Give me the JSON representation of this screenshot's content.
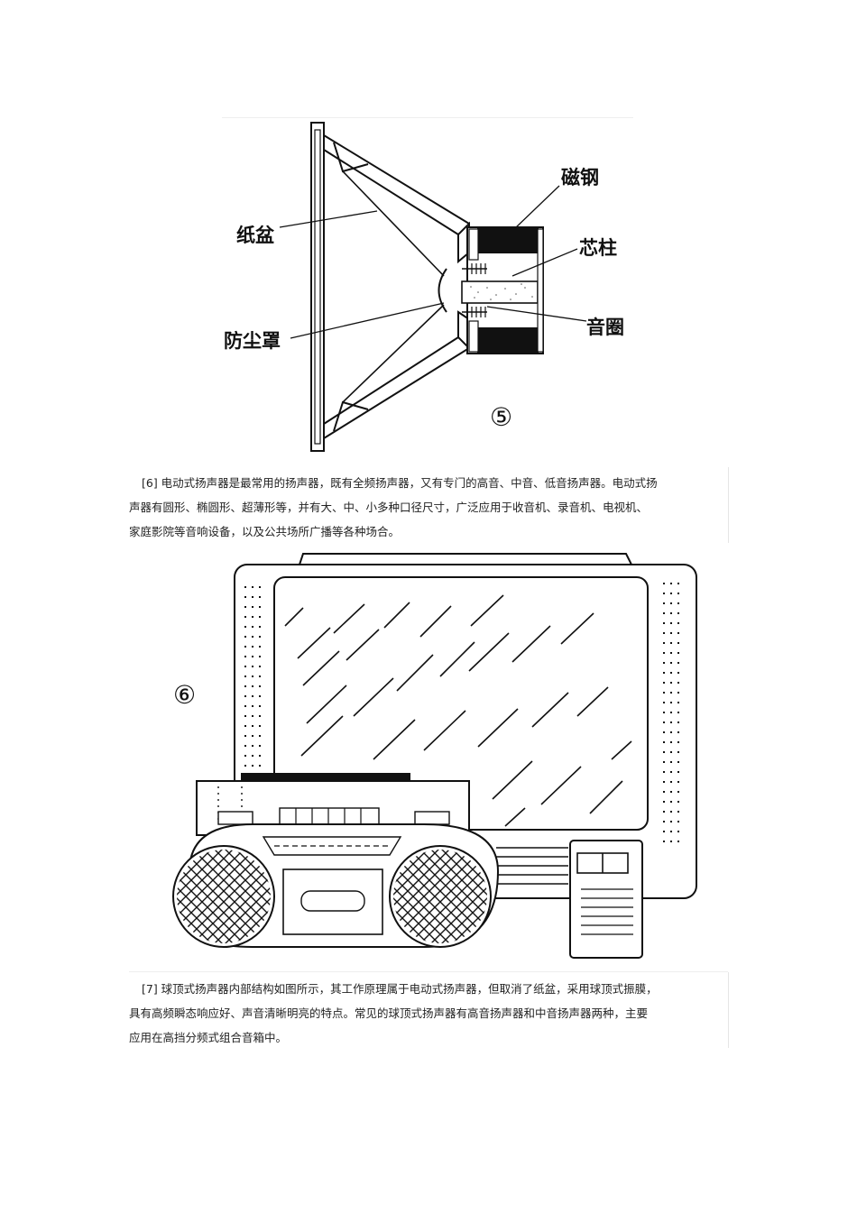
{
  "figure5": {
    "number": "⑤",
    "labels": {
      "paper_cone": "纸盆",
      "dust_cap": "防尘罩",
      "magnet": "磁钢",
      "pole_piece": "芯柱",
      "voice_coil": "音圈"
    }
  },
  "paragraph6": {
    "lines": [
      "[6] 电动式扬声器是最常用的扬声器，既有全频扬声器，又有专门的高音、中音、低音扬声器。电动式扬",
      "声器有圆形、椭圆形、超薄形等，并有大、中、小多种口径尺寸，广泛应用于收音机、录音机、电视机、",
      "家庭影院等音响设备，以及公共场所广播等各种场合。"
    ]
  },
  "figure6": {
    "number": "⑥"
  },
  "paragraph7": {
    "lines": [
      "[7] 球顶式扬声器内部结构如图所示，其工作原理属于电动式扬声器，但取消了纸盆，采用球顶式振膜，",
      "具有高频瞬态响应好、声音清晰明亮的特点。常见的球顶式扬声器有高音扬声器和中音扬声器两种，主要",
      "应用在高挡分频式组合音箱中。"
    ]
  }
}
